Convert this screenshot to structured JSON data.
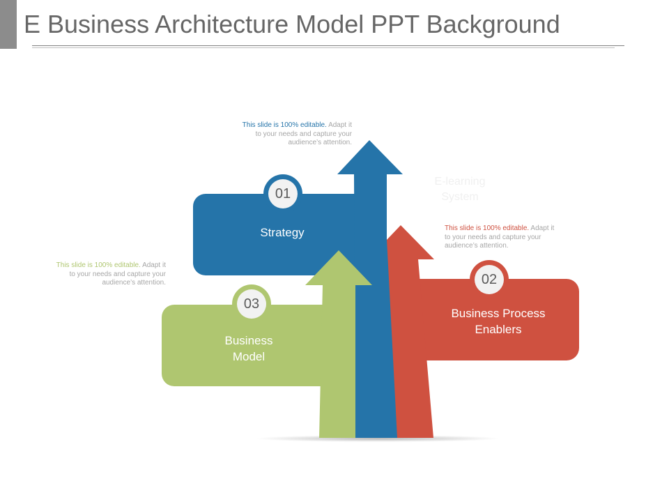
{
  "slide": {
    "title": "E Business Architecture Model PPT Background"
  },
  "watermark": {
    "line1": "E-learning",
    "line2": "System"
  },
  "colors": {
    "blue": "#2574a9",
    "red": "#cf5140",
    "green": "#afc670",
    "circle_fill": "#f2f2f2",
    "note_gray": "#a6a6a6"
  },
  "boxes": [
    {
      "number": "01",
      "label": "Strategy",
      "color": "#2574a9"
    },
    {
      "number": "02",
      "label_line1": "Business Process",
      "label_line2": "Enablers",
      "color": "#cf5140"
    },
    {
      "number": "03",
      "label_line1": "Business",
      "label_line2": "Model",
      "color": "#afc670"
    }
  ],
  "notes": [
    {
      "lead": "This slide is 100% editable.",
      "line1_rest": "Adapt it",
      "line2": "to your needs and capture your",
      "line3": "audience’s attention.",
      "lead_color": "#2574a9"
    },
    {
      "lead": "This slide is 100% editable.",
      "line1_rest": "Adapt it",
      "line2": "to your needs and capture your",
      "line3": "audience’s attention.",
      "lead_color": "#cf5140"
    },
    {
      "lead": "This slide is 100% editable.",
      "line1_rest": "Adapt it",
      "line2": "to your needs and capture your",
      "line3": "audience’s attention.",
      "lead_color": "#afc670"
    }
  ]
}
